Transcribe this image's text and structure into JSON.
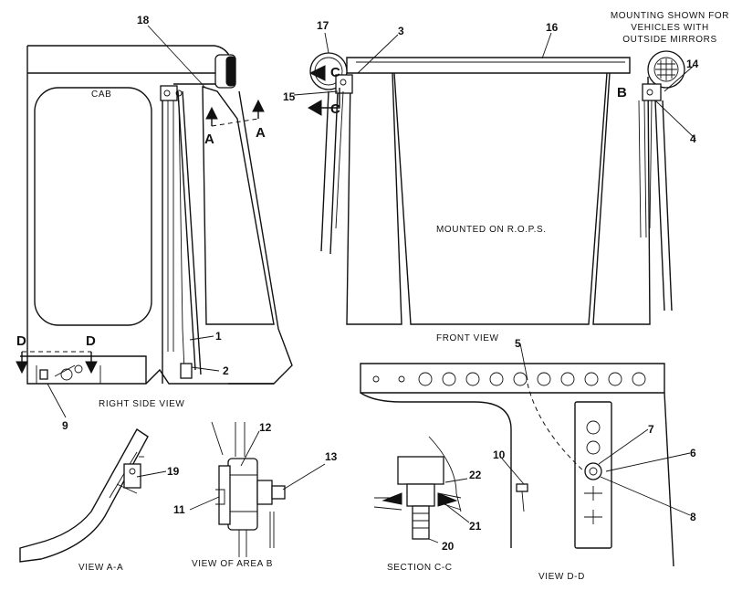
{
  "note": {
    "line1": "MOUNTING SHOWN FOR",
    "line2": "VEHICLES WITH",
    "line3": "OUTSIDE MIRRORS"
  },
  "labels": {
    "cab": "CAB",
    "mounted_on": "MOUNTED ON R.O.P.S.",
    "front_view": "FRONT VIEW",
    "right_side_view": "RIGHT SIDE VIEW",
    "view_a_a": "VIEW A-A",
    "view_area_b": "VIEW OF AREA B",
    "section_c_c": "SECTION C-C",
    "view_d_d": "VIEW D-D"
  },
  "section_marks": {
    "a_left": "A",
    "a_right": "A",
    "d_left": "D",
    "d_right": "D",
    "c_top": "C",
    "c_bottom": "C",
    "b": "B"
  },
  "callouts": {
    "c1": "1",
    "c2": "2",
    "c3": "3",
    "c4": "4",
    "c5": "5",
    "c6": "6",
    "c7": "7",
    "c8": "8",
    "c9": "9",
    "c10": "10",
    "c11": "11",
    "c12": "12",
    "c13": "13",
    "c14": "14",
    "c15": "15",
    "c16": "16",
    "c17": "17",
    "c18": "18",
    "c19": "19",
    "c20": "20",
    "c21": "21",
    "c22": "22"
  }
}
